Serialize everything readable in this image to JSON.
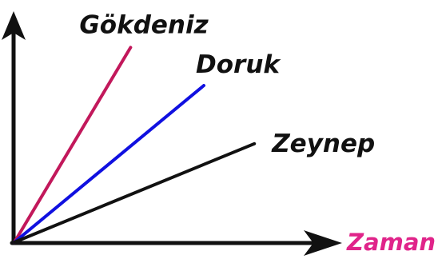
{
  "chart_data": {
    "type": "line",
    "title": "",
    "xlabel": "Zaman",
    "ylabel": "",
    "grid": false,
    "legend": "none",
    "xlim": [
      0,
      10
    ],
    "ylim": [
      0,
      10
    ],
    "series": [
      {
        "name": "Gökdeniz",
        "color": "#c2185b",
        "x": [
          0,
          4.6
        ],
        "y": [
          0,
          8.7
        ]
      },
      {
        "name": "Doruk",
        "color": "#1010e0",
        "x": [
          0,
          7.5
        ],
        "y": [
          0,
          7.0
        ]
      },
      {
        "name": "Zeynep",
        "color": "#111111",
        "x": [
          0,
          9.5
        ],
        "y": [
          0,
          4.4
        ]
      }
    ]
  },
  "colors": {
    "axis": "#111111",
    "xlabel": "#e0248a"
  }
}
